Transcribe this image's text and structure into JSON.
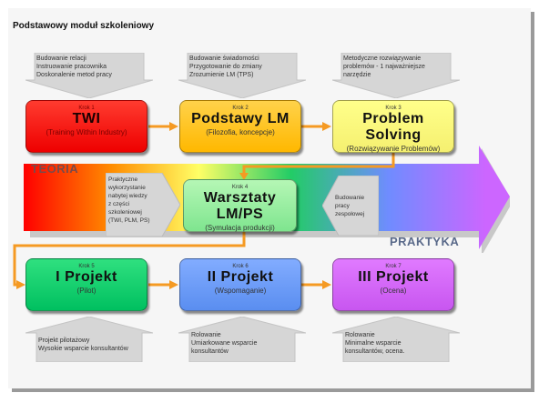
{
  "title": "Podstawowy moduł szkoleniowy",
  "band": {
    "left_label": "TEORIA",
    "right_label": "PRAKTYKA",
    "colors": [
      "#ff0000",
      "#ffa500",
      "#ffff66",
      "#00cc55",
      "#6699ff",
      "#cc66ff"
    ]
  },
  "top_callouts": [
    {
      "text": "Budowanie relacji\nInstruowanie pracownika\nDoskonalenie metod pracy"
    },
    {
      "text": "Budowanie świadomości\nPrzygotowanie do zmiany\nZrozumienie LM (TPS)"
    },
    {
      "text": "Metodyczne rozwiązywanie\nproblemów - 1 najważniejsze\nnarzędzie"
    }
  ],
  "side_callouts": {
    "left": {
      "text": "Praktyczne\nwykorzystanie\nnabytej wiedzy\nz części\nszkoleniowej\n(TWI, PLM, PS)"
    },
    "right": {
      "text": "Budowanie\npracy\nzespołowej"
    }
  },
  "bottom_callouts": [
    {
      "text": "Projekt pilotażowy\nWysokie wsparcie konsultantów"
    },
    {
      "text": "Rolowanie\nUmiarkowane wsparcie\nkonsultantów"
    },
    {
      "text": "Rolowanie\nMinimalne wsparcie\nkonsultantów, ocena."
    }
  ],
  "steps": [
    {
      "krok": "Krok 1",
      "name": "TWI",
      "sub": "(Training Within Industry)",
      "color": "#ff1a10"
    },
    {
      "krok": "Krok 2",
      "name": "Podstawy LM",
      "sub": "(Filozofia, koncepcje)",
      "color": "#ffc21a"
    },
    {
      "krok": "Krok 3",
      "name": "Problem Solving",
      "sub": "(Rozwiązywanie Problemów)",
      "color": "#fbf57a"
    },
    {
      "krok": "Krok 4",
      "name": "Warsztaty LM/PS",
      "sub": "(Symulacja produkcji)",
      "color": "#9aef9f"
    },
    {
      "krok": "Krok 5",
      "name": "I Projekt",
      "sub": "(Pilot)",
      "color": "#14d46c"
    },
    {
      "krok": "Krok 6",
      "name": "II Projekt",
      "sub": "(Wspomaganie)",
      "color": "#6d9cf6"
    },
    {
      "krok": "Krok 7",
      "name": "III Projekt",
      "sub": "(Ocena)",
      "color": "#d466f6"
    }
  ],
  "connector_color": "#f59a23"
}
